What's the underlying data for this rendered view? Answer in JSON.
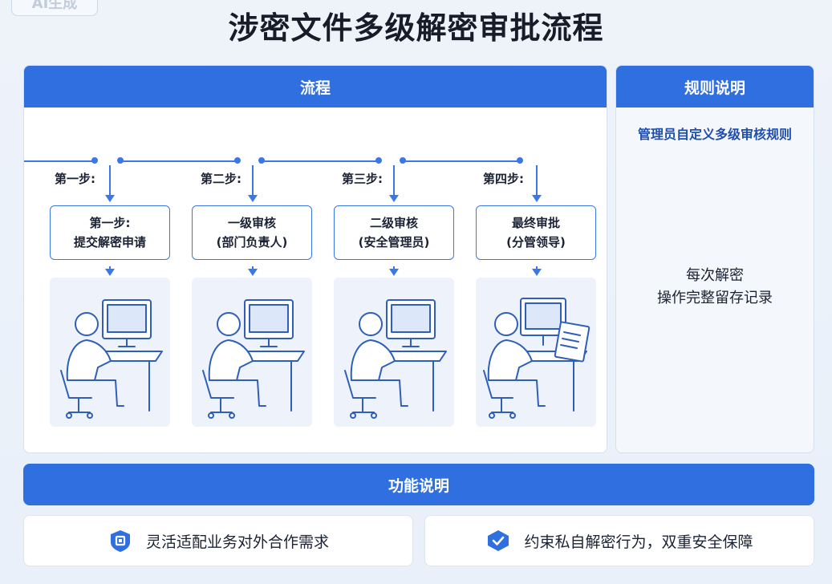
{
  "badge": "AI生成",
  "title": "涉密文件多级解密审批流程",
  "flow": {
    "header": "流程",
    "steps": [
      {
        "label": "第一步:",
        "line1": "第一步:",
        "line2": "提交解密申请"
      },
      {
        "label": "第二步:",
        "line1": "一级审核",
        "line2": "(部门负责人)"
      },
      {
        "label": "第三步:",
        "line1": "二级审核",
        "line2": "(安全管理员)"
      },
      {
        "label": "第四步:",
        "line1": "最终审批",
        "line2": "(分管领导)"
      }
    ]
  },
  "rules": {
    "header": "规则说明",
    "top_text": "管理员自定义多级审核规则",
    "mid_line1": "每次解密",
    "mid_line2": "操作完整留存记录"
  },
  "features": {
    "header": "功能说明",
    "items": [
      {
        "text": "灵活适配业务对外合作需求",
        "icon": "square-shield-icon"
      },
      {
        "text": "约束私自解密行为，双重安全保障",
        "icon": "check-shield-icon"
      }
    ]
  },
  "colors": {
    "accent": "#2f6fe0",
    "line": "#3a78e6"
  }
}
